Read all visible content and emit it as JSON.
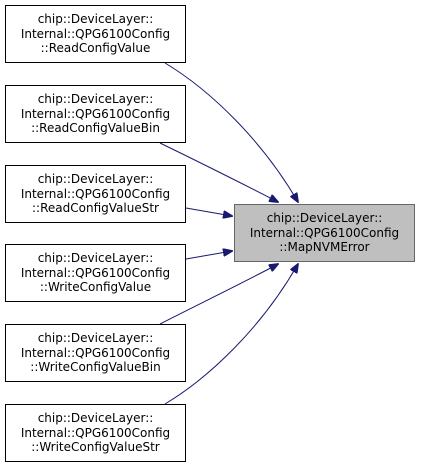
{
  "diagram": {
    "colors": {
      "edge": "#191970",
      "node_border": "#000000",
      "target_fill": "#bfbfbf",
      "target_border": "#666666",
      "background": "#ffffff"
    },
    "target": {
      "lines": [
        "chip::DeviceLayer::",
        "Internal::QPG6100Config",
        "::MapNVMError"
      ]
    },
    "callers": [
      {
        "lines": [
          "chip::DeviceLayer::",
          "Internal::QPG6100Config",
          "::ReadConfigValue"
        ]
      },
      {
        "lines": [
          "chip::DeviceLayer::",
          "Internal::QPG6100Config",
          "::ReadConfigValueBin"
        ]
      },
      {
        "lines": [
          "chip::DeviceLayer::",
          "Internal::QPG6100Config",
          "::ReadConfigValueStr"
        ]
      },
      {
        "lines": [
          "chip::DeviceLayer::",
          "Internal::QPG6100Config",
          "::WriteConfigValue"
        ]
      },
      {
        "lines": [
          "chip::DeviceLayer::",
          "Internal::QPG6100Config",
          "::WriteConfigValueBin"
        ]
      },
      {
        "lines": [
          "chip::DeviceLayer::",
          "Internal::QPG6100Config",
          "::WriteConfigValueStr"
        ]
      }
    ]
  }
}
